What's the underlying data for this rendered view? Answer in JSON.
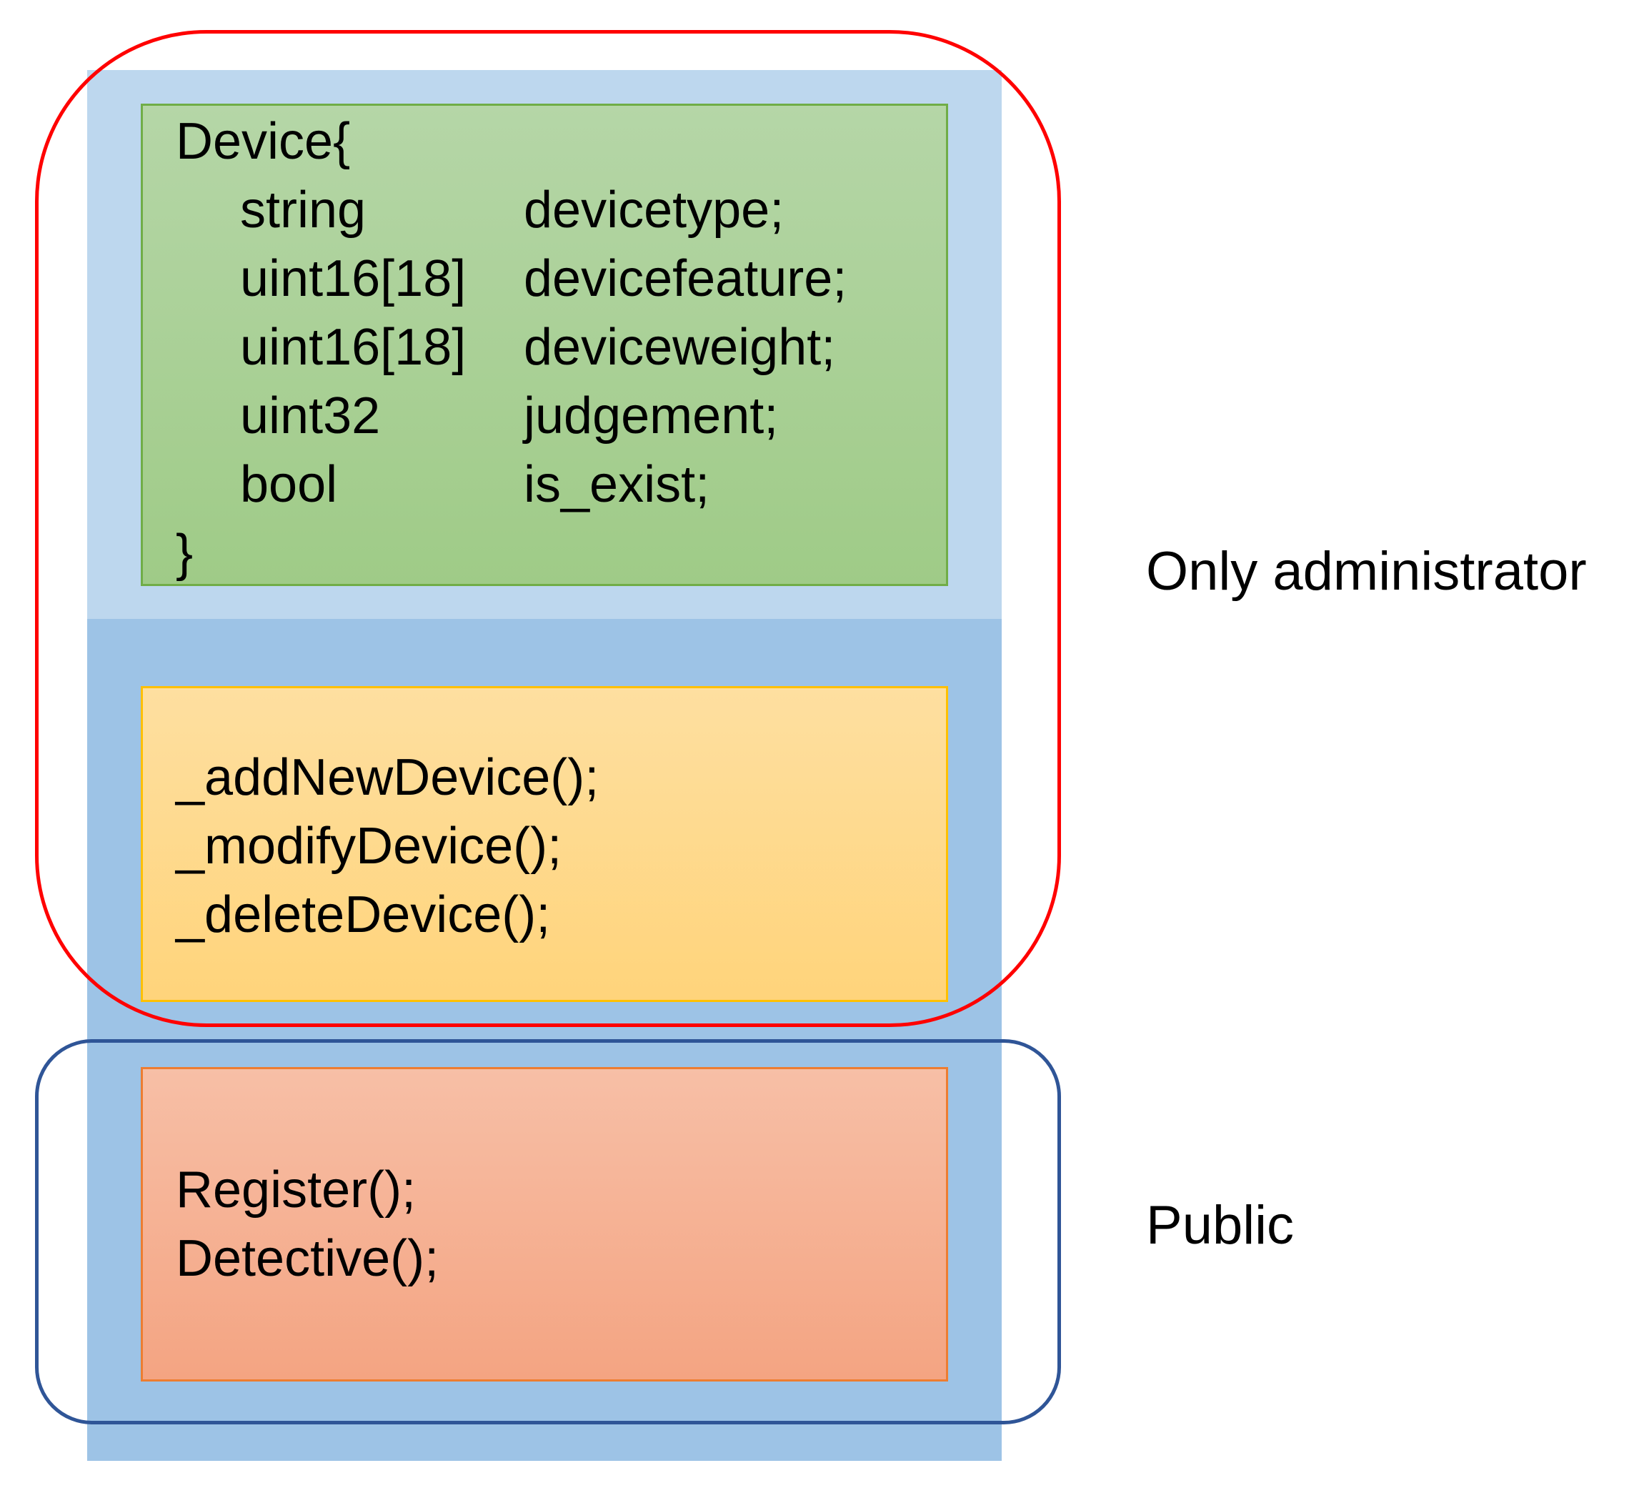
{
  "struct": {
    "header": "Device{",
    "fields": [
      {
        "type": "string",
        "name": "devicetype;"
      },
      {
        "type": "uint16[18]",
        "name": "devicefeature;"
      },
      {
        "type": "uint16[18]",
        "name": "deviceweight;"
      },
      {
        "type": "uint32",
        "name": "judgement;"
      },
      {
        "type": "bool",
        "name": "is_exist;"
      }
    ],
    "footer": "}"
  },
  "admin_functions": [
    "_addNewDevice();",
    "_modifyDevice();",
    "_deleteDevice();"
  ],
  "public_functions": [
    "Register();",
    "Detective();"
  ],
  "regions": {
    "admin_label": "Only administrator",
    "public_label": "Public"
  },
  "colors": {
    "admin_outline": "#ff0000",
    "public_outline": "#2f5597",
    "struct_fill": "#a9d18e",
    "admin_fn_fill": "#ffd97f",
    "public_fn_fill": "#f4b183",
    "panel_fill": "#9dc3e6"
  }
}
